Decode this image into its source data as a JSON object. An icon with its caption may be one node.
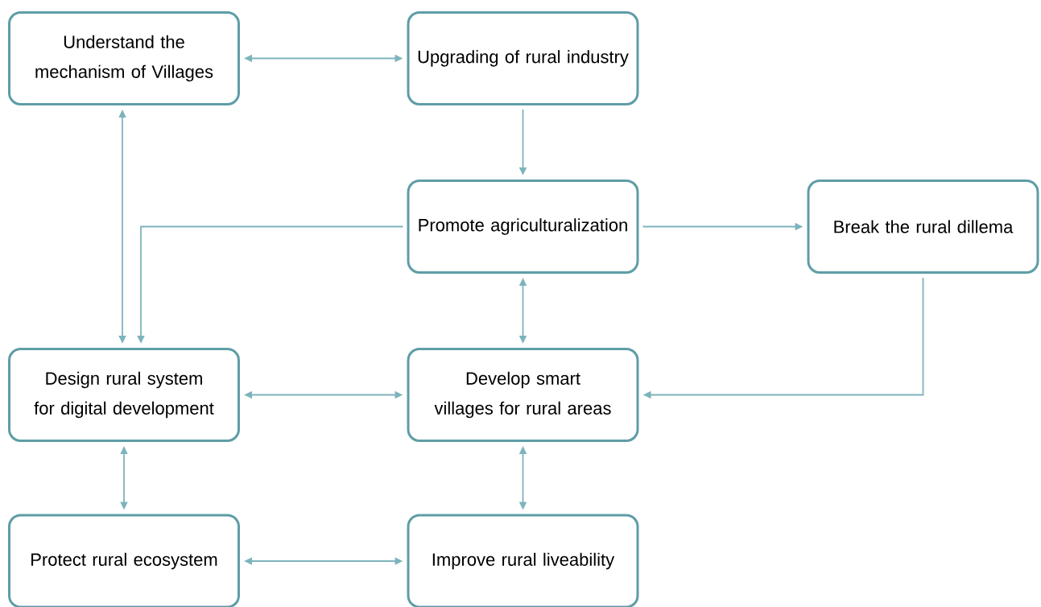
{
  "diagram": {
    "nodes": [
      {
        "text": [
          "Understand the mechanism of Villages"
        ]
      },
      {
        "text": [
          "Upgrading of rural industry"
        ]
      },
      {
        "text": [
          "Promote agriculturalization"
        ]
      },
      {
        "text": [
          "Break the rural dillema"
        ]
      },
      {
        "text": [
          "Design rural system for digital development"
        ]
      },
      {
        "text": [
          "Develop smart villages for rural areas"
        ]
      },
      {
        "text": [
          "Protect rural ecosystem"
        ]
      },
      {
        "text": [
          "Improve rural liveability"
        ]
      }
    ],
    "edges": [
      {
        "from": 0,
        "to": 1,
        "arrow": "both"
      },
      {
        "from": 1,
        "to": 2,
        "arrow": "to"
      },
      {
        "from": 2,
        "to": 3,
        "arrow": "to"
      },
      {
        "from": 2,
        "to": 4,
        "arrow": "to"
      },
      {
        "from": 4,
        "to": 0,
        "arrow": "both"
      },
      {
        "from": 2,
        "to": 5,
        "arrow": "both"
      },
      {
        "from": 3,
        "to": 5,
        "arrow": "to"
      },
      {
        "from": 4,
        "to": 5,
        "arrow": "both"
      },
      {
        "from": 4,
        "to": 6,
        "arrow": "both"
      },
      {
        "from": 5,
        "to": 7,
        "arrow": "both"
      },
      {
        "from": 6,
        "to": 7,
        "arrow": "both"
      }
    ]
  }
}
